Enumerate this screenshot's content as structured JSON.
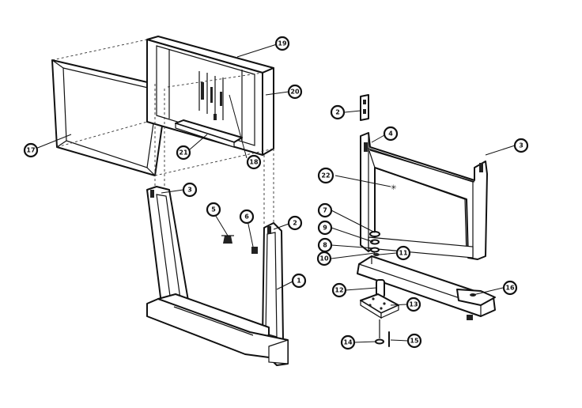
{
  "parts": [
    {
      "id": "p1",
      "label": "1"
    },
    {
      "id": "p2a",
      "label": "2"
    },
    {
      "id": "p2b",
      "label": "2"
    },
    {
      "id": "p3a",
      "label": "3"
    },
    {
      "id": "p3b",
      "label": "3"
    },
    {
      "id": "p4",
      "label": "4"
    },
    {
      "id": "p5",
      "label": "5"
    },
    {
      "id": "p6",
      "label": "6"
    },
    {
      "id": "p7",
      "label": "7"
    },
    {
      "id": "p8",
      "label": "8"
    },
    {
      "id": "p9",
      "label": "9"
    },
    {
      "id": "p10",
      "label": "10"
    },
    {
      "id": "p11",
      "label": "11"
    },
    {
      "id": "p12",
      "label": "12"
    },
    {
      "id": "p13",
      "label": "13"
    },
    {
      "id": "p14",
      "label": "14"
    },
    {
      "id": "p15",
      "label": "15"
    },
    {
      "id": "p16",
      "label": "16"
    },
    {
      "id": "p17",
      "label": "17"
    },
    {
      "id": "p18",
      "label": "18"
    },
    {
      "id": "p19",
      "label": "19"
    },
    {
      "id": "p20",
      "label": "20"
    },
    {
      "id": "p21",
      "label": "21"
    },
    {
      "id": "p22",
      "label": "22"
    }
  ]
}
